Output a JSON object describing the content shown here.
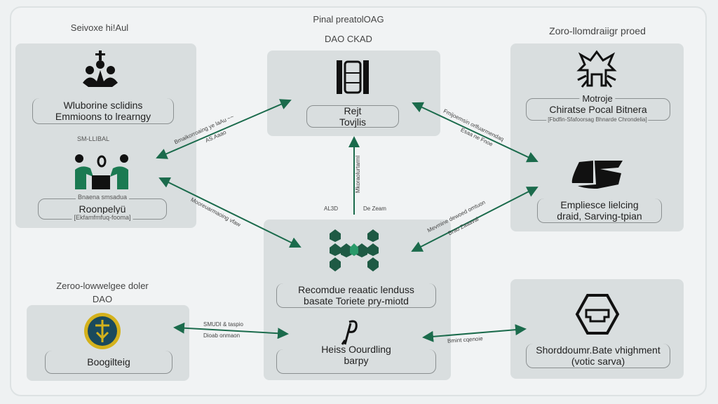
{
  "sections": {
    "left_title": "Seivoxe hi!Aul",
    "top_title_1": "Pinal preatolOAG",
    "top_title_2": "DAO CKAD",
    "right_title": "Zoro-llomdraiigr proed",
    "bottom_left_title_1": "Zeroo-lowwelgee doler",
    "bottom_left_title_2": "DAO"
  },
  "left_panel": {
    "box1": [
      "Wluborine sclidins",
      "Emmioons to lrearngy"
    ],
    "mid_label": "SM-LLIBAL",
    "box2_top": "Bnaena smsadua",
    "box2_main": "Roonpelyü",
    "box2_sub": "[Ekfamfmfuq-fooma]"
  },
  "top_panel": {
    "box": [
      "Rejt",
      "Tovjlis"
    ]
  },
  "right_panel": {
    "box1_top": "Motroje",
    "box1_main": "Chiratse Pocal Bitnera",
    "box1_sub": "[Fbdfin-Sfafoorsag Bhnarde Chrondelia]",
    "box2": [
      "Empliesce lielcing",
      "draid, Sarving-tpian"
    ]
  },
  "center_panel": {
    "box1": [
      "Recomdue reaatic lenduss",
      "basate Toriete pry-miotd"
    ],
    "box2": [
      "Heiss Oourdling",
      "barpy"
    ]
  },
  "bottom_left_panel": {
    "box": "Boogilteig"
  },
  "bottom_right_panel": {
    "box": [
      "Shorddoumr.Bate vhighment",
      "(votic sarva)"
    ]
  },
  "arrow_labels": {
    "a1_1": "Bmaikorroaing ye laAu ~~",
    "a1_2": "AS.Aaao",
    "a2": "Mooreuarmaoing vfaw",
    "a3_left": "AL3D",
    "a3_right": "De Zeam",
    "a3_vertical": "Mkoraolurtarml",
    "a4_1": "Fmijoemsin orlfuarmendaq",
    "a4_2": "Esaa ne Fnoe",
    "a5_1": "Mevmine dewoed omtuon",
    "a5_2": "Brao Zaaaval",
    "a6_1": "SMUDI & taspio",
    "a6_2": "Dioab onmaon",
    "a7": "Bmint cqenoie"
  },
  "colors": {
    "accent": "#1b6b4c",
    "panel": "#d9dedf",
    "background": "#eef1f2"
  }
}
